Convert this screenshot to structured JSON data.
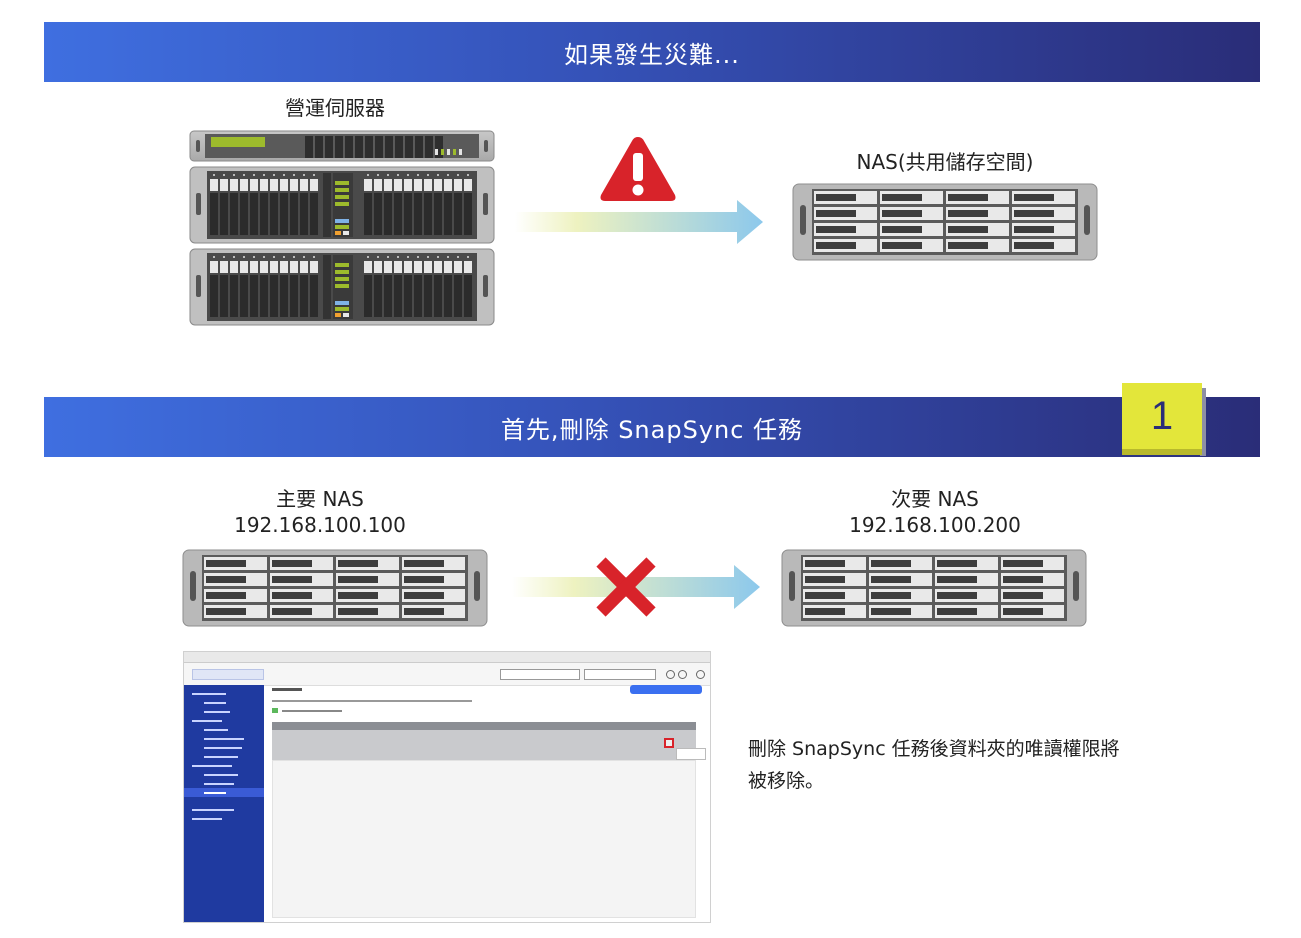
{
  "section1": {
    "title": "如果發生災難...",
    "server_label": "營運伺服器",
    "nas_label": "NAS(共用儲存空間)"
  },
  "section2": {
    "title": "首先,刪除 SnapSync 任務",
    "step_number": "1",
    "primary_nas_label": "主要 NAS",
    "primary_nas_ip": "192.168.100.100",
    "secondary_nas_label": "次要 NAS",
    "secondary_nas_ip": "192.168.100.200",
    "description": "刪除 SnapSync 任務後資料夾的唯讀權限將被移除。"
  },
  "colors": {
    "banner_start": "#3f6fe0",
    "banner_end": "#2a2d78",
    "warning_red": "#d8232a",
    "badge_yellow": "#e3e63a",
    "arrow_blue": "#8cc8ec",
    "arrow_yellow": "#f2f3c0"
  },
  "icons": [
    "warning-triangle-icon",
    "cross-icon",
    "right-arrow-icon"
  ]
}
